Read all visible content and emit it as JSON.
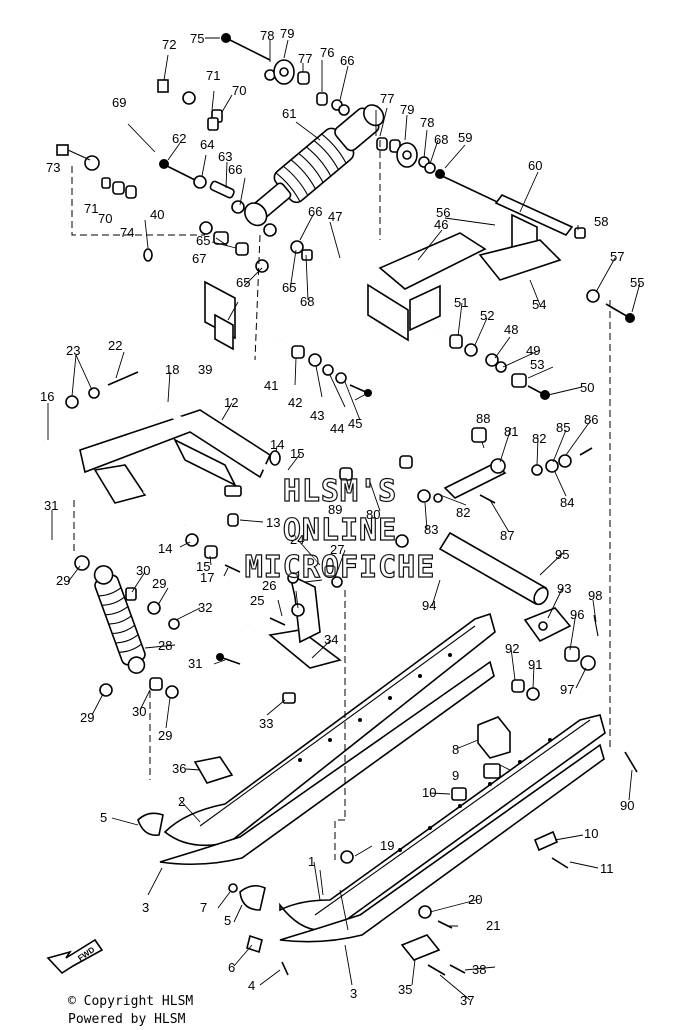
{
  "diagram": {
    "part_numbers": [
      "1",
      "2",
      "3",
      "3",
      "4",
      "5",
      "5",
      "6",
      "7",
      "8",
      "9",
      "10",
      "10",
      "11",
      "12",
      "13",
      "14",
      "14",
      "15",
      "15",
      "16",
      "17",
      "18",
      "19",
      "20",
      "21",
      "22",
      "23",
      "24",
      "25",
      "26",
      "27",
      "28",
      "29",
      "29",
      "29",
      "29",
      "30",
      "30",
      "31",
      "31",
      "32",
      "33",
      "34",
      "35",
      "36",
      "37",
      "38",
      "39",
      "40",
      "41",
      "42",
      "43",
      "44",
      "45",
      "46",
      "47",
      "48",
      "49",
      "50",
      "51",
      "52",
      "53",
      "54",
      "55",
      "56",
      "57",
      "58",
      "59",
      "60",
      "61",
      "62",
      "63",
      "64",
      "65",
      "65",
      "65",
      "66",
      "66",
      "66",
      "67",
      "68",
      "68",
      "69",
      "70",
      "70",
      "71",
      "71",
      "72",
      "73",
      "74",
      "75",
      "76",
      "77",
      "77",
      "78",
      "78",
      "79",
      "79",
      "80",
      "81",
      "82",
      "82",
      "83",
      "84",
      "85",
      "86",
      "87",
      "88",
      "89",
      "90",
      "91",
      "92",
      "93",
      "94",
      "95",
      "96",
      "97",
      "98"
    ],
    "fwd_label": "FWD"
  },
  "watermark": {
    "line1": "HLSM'S",
    "line2": "ONLINE",
    "line3": "MICROFICHE"
  },
  "footer": {
    "copyright": "© Copyright HLSM",
    "powered": "Powered by HLSM"
  }
}
